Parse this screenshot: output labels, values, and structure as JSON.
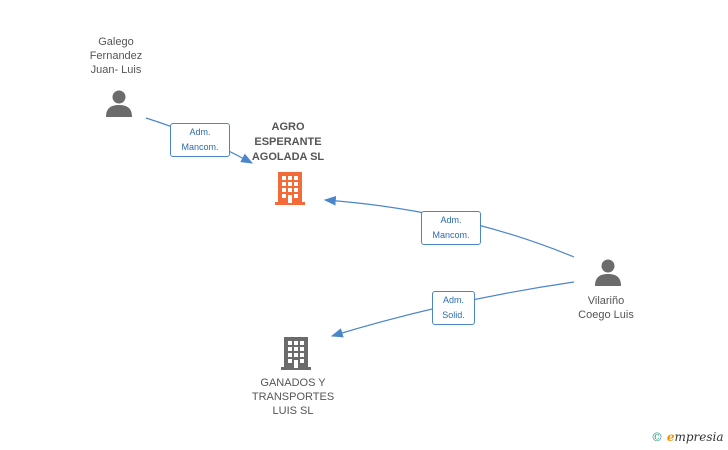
{
  "nodes": {
    "galego": {
      "label": "Galego\nFernandez\nJuan-  Luis",
      "kind": "person"
    },
    "agro": {
      "label": "AGRO\nESPERANTE\nAGOLADA SL",
      "kind": "company-focus",
      "color": "#f26b38"
    },
    "vilarino": {
      "label": "Vilariño\nCoego Luis",
      "kind": "person"
    },
    "ganados": {
      "label": "GANADOS Y\nTRANSPORTES\nLUIS  SL",
      "kind": "company",
      "color": "#6b6b6b"
    }
  },
  "edges": [
    {
      "from": "galego",
      "to": "agro",
      "label": "Adm.\nMancom."
    },
    {
      "from": "vilarino",
      "to": "agro",
      "label": "Adm.\nMancom."
    },
    {
      "from": "vilarino",
      "to": "ganados",
      "label": "Adm.\nSolid."
    }
  ],
  "colors": {
    "edge": "#4a86c8",
    "person": "#6b6b6b"
  },
  "watermark": {
    "copyright": "©",
    "e": "e",
    "brand": "mpresia"
  }
}
